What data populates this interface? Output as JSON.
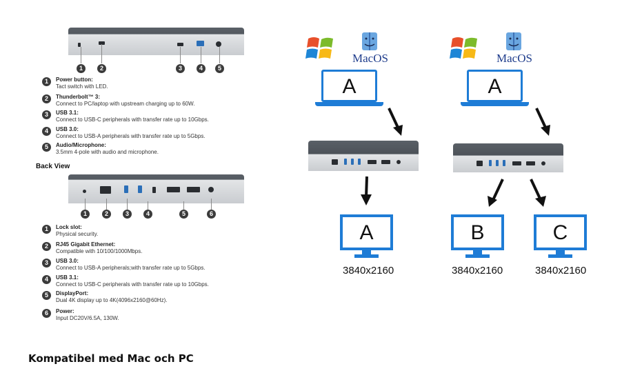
{
  "front_legend": [
    {
      "n": "1",
      "title": "Power button:",
      "desc": "Tact switch with LED."
    },
    {
      "n": "2",
      "title": "Thunderbolt™ 3:",
      "desc": "Connect to PC/laptop with upstream charging up to 60W."
    },
    {
      "n": "3",
      "title": "USB 3.1:",
      "desc": "Connect to USB-C peripherals with transfer rate up to 10Gbps."
    },
    {
      "n": "4",
      "title": "USB 3.0:",
      "desc": "Connect to USB-A peripherals with transfer rate up to 5Gbps."
    },
    {
      "n": "5",
      "title": "Audio/Microphone:",
      "desc": "3.5mm 4-pole with audio and microphone."
    }
  ],
  "back_view_title": "Back View",
  "back_legend": [
    {
      "n": "1",
      "title": "Lock slot:",
      "desc": "Physical security."
    },
    {
      "n": "2",
      "title": "RJ45 Gigabit Ethernet:",
      "desc": "Compatible with 10/100/1000Mbps."
    },
    {
      "n": "3",
      "title": "USB 3.0:",
      "desc": "Connect to USB-A peripherals;with transfer rate up to 5Gbps."
    },
    {
      "n": "4",
      "title": "USB 3.1:",
      "desc": "Connect to USB-C peripherals with transfer rate up to 10Gbps."
    },
    {
      "n": "5",
      "title": "DisplayPort:",
      "desc": "Dual 4K display up to 4K(4096x2160@60Hz)."
    },
    {
      "n": "6",
      "title": "Power:",
      "desc": "Input DC20V/6.5A, 130W."
    }
  ],
  "front_markers": [
    "1",
    "2",
    "3",
    "4",
    "5"
  ],
  "back_markers": [
    "1",
    "2",
    "3",
    "4",
    "5",
    "6"
  ],
  "os_label": "MacOS",
  "setup_left": {
    "laptop": "A",
    "monitor": "A",
    "resolution": "3840x2160"
  },
  "setup_right": {
    "laptop": "A",
    "monitors": [
      {
        "letter": "B",
        "resolution": "3840x2160"
      },
      {
        "letter": "C",
        "resolution": "3840x2160"
      }
    ]
  },
  "footer": "Kompatibel med Mac och PC",
  "colors": {
    "accent": "#1e7cd6",
    "dock_dark": "#3a3f45",
    "badge": "#3b3b3b"
  }
}
